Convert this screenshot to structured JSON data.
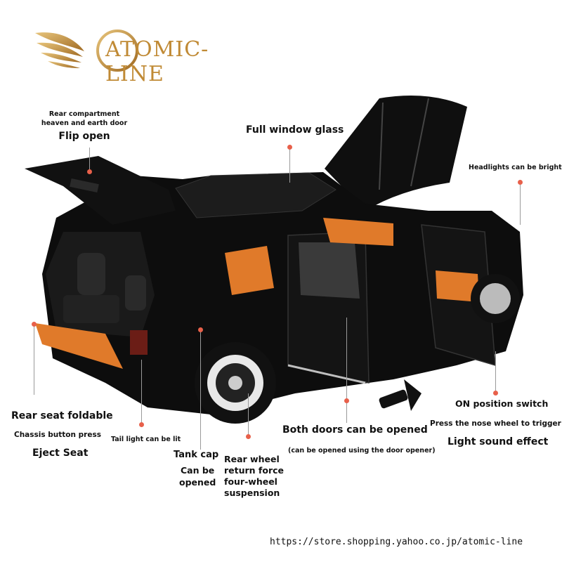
{
  "brand": {
    "logo_text": "ATOMIC-LINE",
    "gold": "#c08a35"
  },
  "labels": {
    "rear_compartment_line1": "Rear compartment",
    "rear_compartment_line2": "heaven and earth door",
    "flip_open": "Flip open",
    "full_window_glass": "Full window glass",
    "headlights": "Headlights can be bright",
    "rear_seat_foldable": "Rear seat foldable",
    "chassis_button": "Chassis button press",
    "eject_seat": "Eject Seat",
    "taillight": "Tail light can be lit",
    "tank_cap": "Tank cap",
    "can_be": "Can be",
    "opened": "opened",
    "rear_wheel_1": "Rear wheel",
    "rear_wheel_2": "return force",
    "rear_wheel_3": "four-wheel",
    "rear_wheel_4": "suspension",
    "both_doors": "Both doors can be opened",
    "door_opener_note": "(can be opened using the door opener)",
    "on_position": "ON position switch",
    "press_nose": "Press the nose wheel to trigger",
    "light_sound": "Light sound effect"
  },
  "footer": {
    "url": "https://store.shopping.yahoo.co.jp/atomic-line"
  },
  "colors": {
    "callout_dot": "#e8604a",
    "car_body": "#0d0d0d",
    "interior": "#e07a2a"
  }
}
